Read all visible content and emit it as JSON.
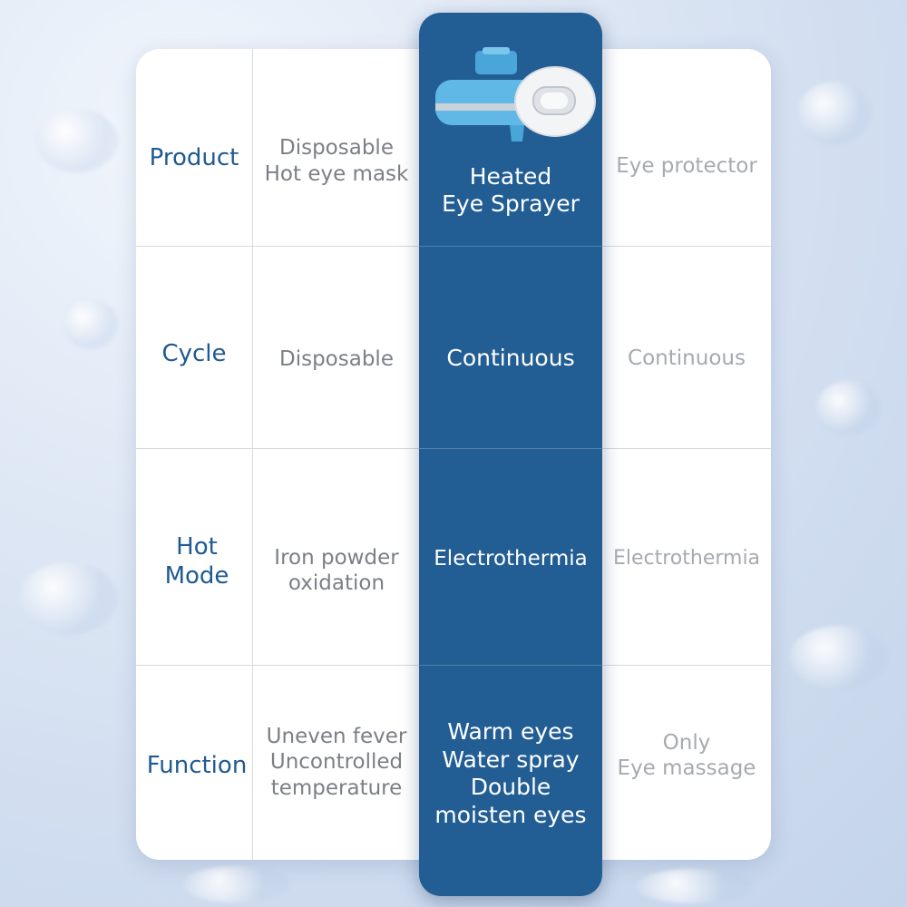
{
  "rows": [
    {
      "label": "Product",
      "col1": "Disposable\nHot eye mask",
      "col2": "Heated\nEye Sprayer",
      "col3": "Eye protector"
    },
    {
      "label": "Cycle",
      "col1": "Disposable",
      "col2": "Continuous",
      "col3": "Continuous"
    },
    {
      "label": "Hot\nMode",
      "col1": "Iron powder\noxidation",
      "col2": "Electrothermia",
      "col3": "Electrothermia"
    },
    {
      "label": "Function",
      "col1": "Uneven fever\nUncontrolled\ntemperature",
      "col2": "Warm eyes\nWater spray\nDouble\nmoisten eyes",
      "col3": "Only\nEye massage"
    }
  ],
  "colors": {
    "accent": "#225e94",
    "label": "#1f5a92",
    "muted": "#7b7f86",
    "faint": "#a6aab0"
  },
  "icons": {
    "product": "eye-sprayer-product-icon"
  }
}
